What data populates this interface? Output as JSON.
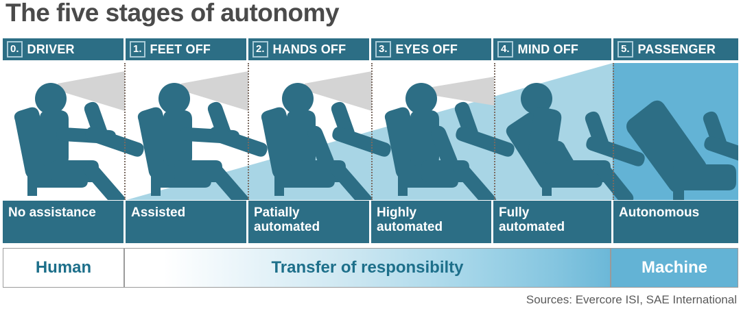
{
  "title": "The five stages of autonomy",
  "colors": {
    "header_teal": "#2c6e85",
    "figure_teal": "#2d6e85",
    "machine_blue": "#63b3d5",
    "wedge_light_blue": "#a8d5e5",
    "vision_cone_gray": "#d4d4d4",
    "title_gray": "#4a4a4a"
  },
  "stages": [
    {
      "number": "0.",
      "name": "DRIVER",
      "description": "No assistance",
      "hands_on_wheel": true,
      "vision_cone": "large",
      "seat": "upright",
      "occupied": true,
      "background": "white"
    },
    {
      "number": "1.",
      "name": "FEET OFF",
      "description": "Assisted",
      "hands_on_wheel": true,
      "vision_cone": "large",
      "seat": "upright",
      "occupied": true,
      "background": "white"
    },
    {
      "number": "2.",
      "name": "HANDS OFF",
      "description": "Patially\nautomated",
      "hands_on_wheel": false,
      "vision_cone": "medium",
      "seat": "upright",
      "occupied": true,
      "background": "white"
    },
    {
      "number": "3.",
      "name": "EYES OFF",
      "description": "Highly\nautomated",
      "hands_on_wheel": false,
      "vision_cone": "small",
      "seat": "upright",
      "occupied": true,
      "background": "light-blue"
    },
    {
      "number": "4.",
      "name": "MIND OFF",
      "description": "Fully\nautomated",
      "hands_on_wheel": false,
      "vision_cone": "none",
      "seat": "reclined",
      "occupied": true,
      "background": "light-blue"
    },
    {
      "number": "5.",
      "name": "PASSENGER",
      "description": "Autonomous",
      "hands_on_wheel": false,
      "vision_cone": "none",
      "seat": "reclined",
      "occupied": false,
      "background": "blue"
    }
  ],
  "responsibility": {
    "human_label": "Human",
    "transfer_label": "Transfer of responsibilty",
    "machine_label": "Machine"
  },
  "source": "Sources: Evercore ISI, SAE International"
}
